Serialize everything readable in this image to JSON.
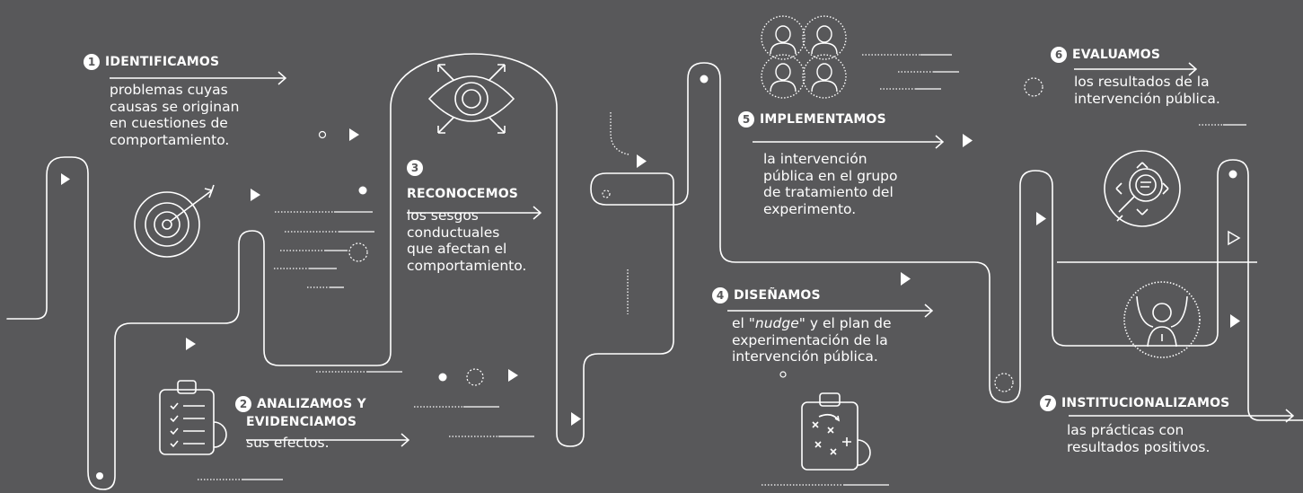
{
  "steps": [
    {
      "number": "1",
      "title": "IDENTIFICAMOS",
      "lines": [
        "problemas cuyas",
        "causas se originan",
        "en cuestiones de",
        "comportamiento."
      ]
    },
    {
      "number": "2",
      "title_lines": [
        "ANALIZAMOS Y",
        "EVIDENCIAMOS"
      ],
      "lines": [
        "sus efectos."
      ]
    },
    {
      "number": "3",
      "title": "RECONOCEMOS",
      "lines": [
        "los sesgos",
        "conductuales",
        "que afectan el",
        "comportamiento."
      ]
    },
    {
      "number": "4",
      "title": "DISEÑAMOS",
      "desc_pre": "el \"",
      "desc_em": "nudge",
      "desc_post": "\" y el plan de",
      "lines": [
        "experimentación de la",
        "intervención pública."
      ]
    },
    {
      "number": "5",
      "title": "IMPLEMENTAMOS",
      "lines": [
        "la intervención",
        "pública en el grupo",
        "de tratamiento del",
        "experimento."
      ]
    },
    {
      "number": "6",
      "title": "EVALUAMOS",
      "lines": [
        "los resultados de la",
        "intervención pública."
      ]
    },
    {
      "number": "7",
      "title": "INSTITUCIONALIZAMOS",
      "lines": [
        "las prácticas con",
        "resultados positivos."
      ]
    }
  ],
  "icons": [
    "target-arrow-icon",
    "eye-arrows-icon",
    "people-group-icon",
    "clipboard-checklist-icon",
    "clipboard-strategy-icon",
    "magnifier-icon",
    "celebrating-person-icon"
  ],
  "colors": {
    "background": "#58585a",
    "foreground": "#ffffff"
  }
}
